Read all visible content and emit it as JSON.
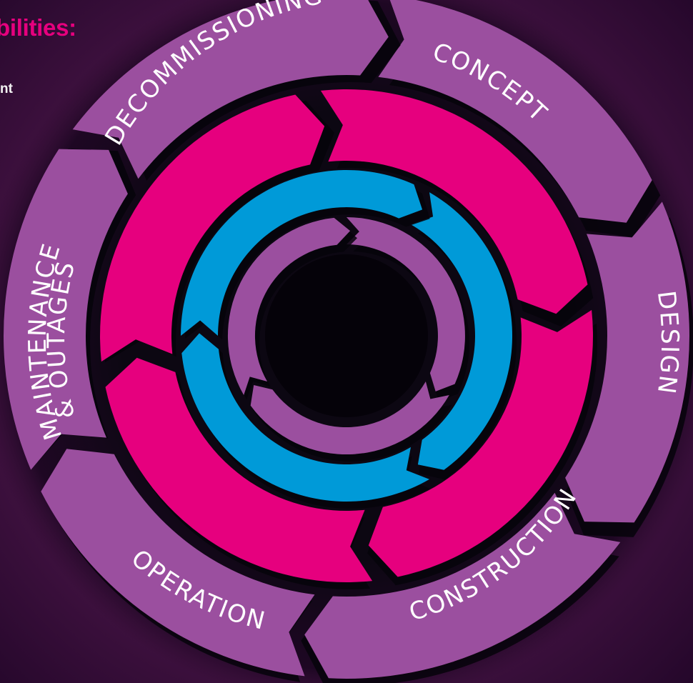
{
  "heading": "bilities:",
  "subheading": "nt",
  "stages": [
    {
      "label": "CONCEPT"
    },
    {
      "label": "DESIGN"
    },
    {
      "label": "CONSTRUCTION"
    },
    {
      "label": "OPERATION"
    },
    {
      "label": "MAINTENANCE",
      "label2": "& OUTAGES"
    },
    {
      "label": "DECOMMISSIONING"
    }
  ],
  "colors": {
    "background": "#2a0a2c",
    "outer_ring": "#9b4f9f",
    "pink_ring": "#e6007e",
    "blue_ring": "#009ad8",
    "inner_ring": "#9b4f9f",
    "core": "#050209"
  }
}
